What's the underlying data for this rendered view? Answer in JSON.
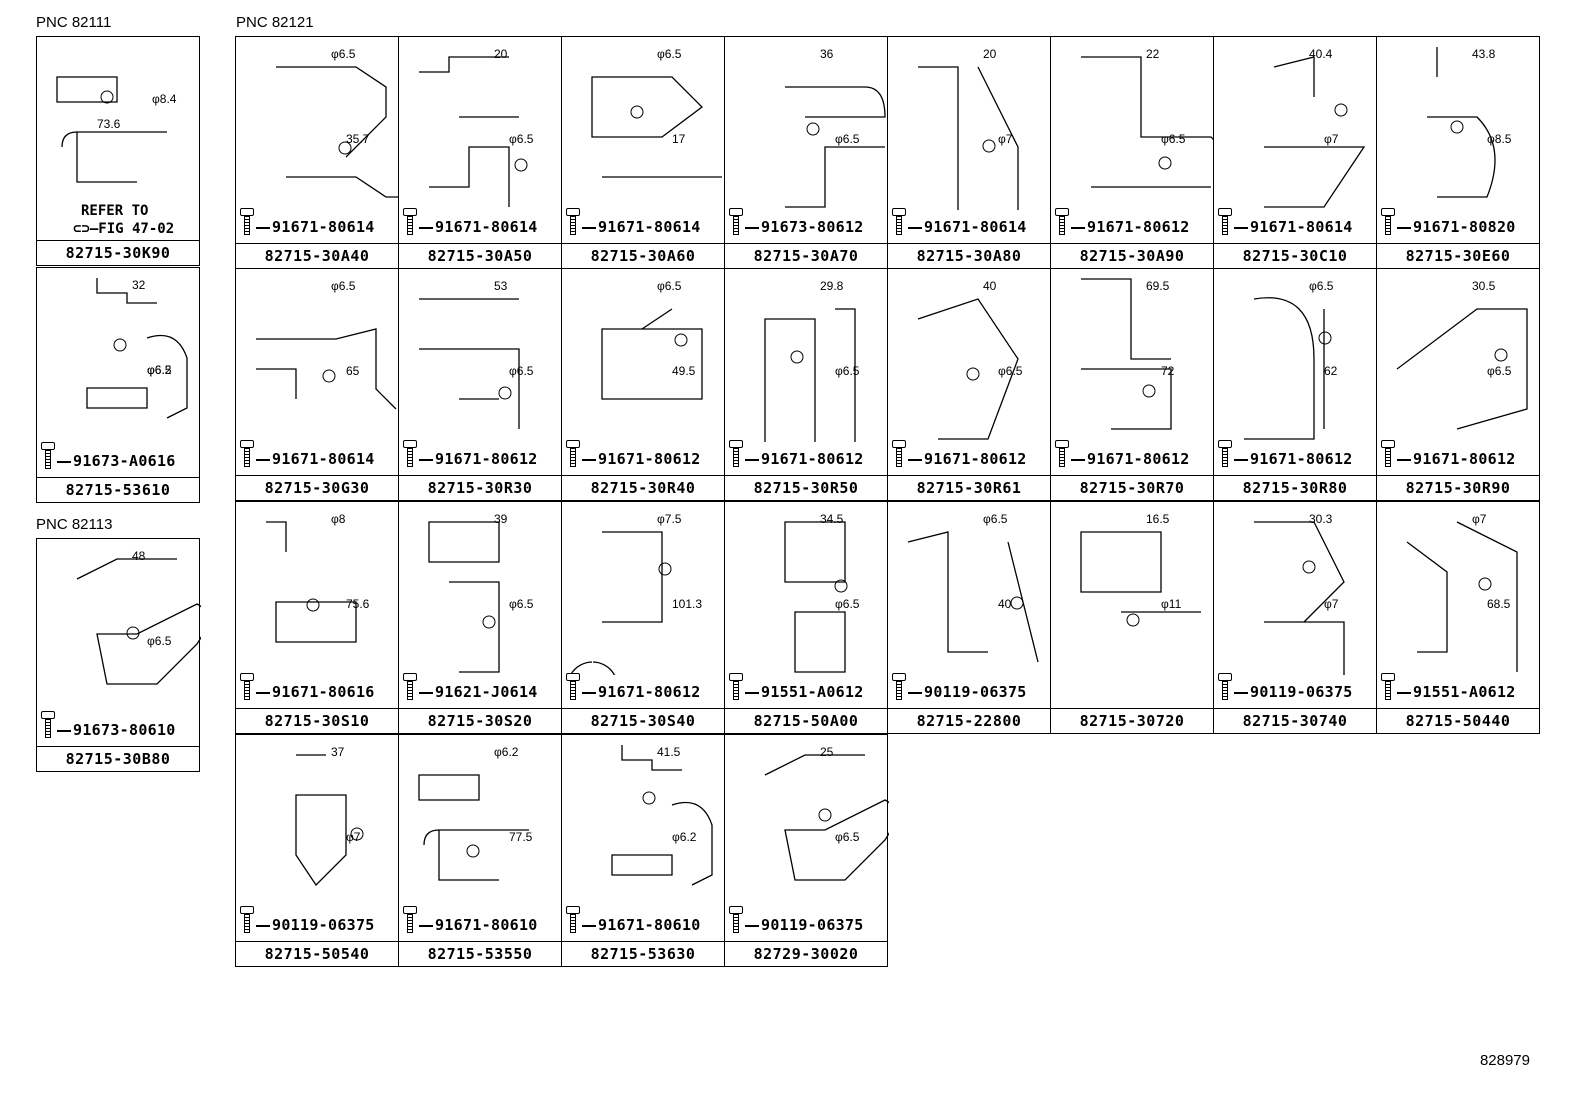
{
  "pnc_labels": [
    "PNC 82111",
    "PNC 82121",
    "PNC 82113"
  ],
  "left": [
    {
      "bolt": "",
      "part": "82715-30K90",
      "dims": [
        "φ8.4",
        "73.6"
      ],
      "refer1": "REFER TO",
      "refer2": "FIG 47-02"
    },
    {
      "bolt": "91673-A0616",
      "part": "82715-53610",
      "dims": [
        "32",
        "φ6.5",
        "φ6.2"
      ]
    },
    {
      "bolt": "91673-80610",
      "part": "82715-30B80",
      "dims": [
        "48",
        "φ6.5"
      ]
    }
  ],
  "grid": [
    {
      "bolt": "91671-80614",
      "part": "82715-30A40",
      "dims": [
        "φ6.5",
        "35.7"
      ]
    },
    {
      "bolt": "91671-80614",
      "part": "82715-30A50",
      "dims": [
        "20",
        "φ6.5"
      ]
    },
    {
      "bolt": "91671-80614",
      "part": "82715-30A60",
      "dims": [
        "φ6.5",
        "17"
      ]
    },
    {
      "bolt": "91673-80612",
      "part": "82715-30A70",
      "dims": [
        "36",
        "φ6.5"
      ]
    },
    {
      "bolt": "91671-80614",
      "part": "82715-30A80",
      "dims": [
        "20",
        "φ7"
      ]
    },
    {
      "bolt": "91671-80612",
      "part": "82715-30A90",
      "dims": [
        "22",
        "φ6.5"
      ]
    },
    {
      "bolt": "91671-80614",
      "part": "82715-30C10",
      "dims": [
        "40.4",
        "φ7"
      ]
    },
    {
      "bolt": "91671-80820",
      "part": "82715-30E60",
      "dims": [
        "43.8",
        "φ8.5"
      ]
    },
    {
      "bolt": "91671-80614",
      "part": "82715-30G30",
      "dims": [
        "φ6.5",
        "65"
      ]
    },
    {
      "bolt": "91671-80612",
      "part": "82715-30R30",
      "dims": [
        "53",
        "φ6.5"
      ]
    },
    {
      "bolt": "91671-80612",
      "part": "82715-30R40",
      "dims": [
        "φ6.5",
        "49.5"
      ]
    },
    {
      "bolt": "91671-80612",
      "part": "82715-30R50",
      "dims": [
        "29.8",
        "φ6.5"
      ]
    },
    {
      "bolt": "91671-80612",
      "part": "82715-30R61",
      "dims": [
        "40",
        "φ6.5"
      ]
    },
    {
      "bolt": "91671-80612",
      "part": "82715-30R70",
      "dims": [
        "69.5",
        "72"
      ]
    },
    {
      "bolt": "91671-80612",
      "part": "82715-30R80",
      "dims": [
        "φ6.5",
        "62"
      ]
    },
    {
      "bolt": "91671-80612",
      "part": "82715-30R90",
      "dims": [
        "30.5",
        "φ6.5"
      ]
    },
    {
      "bolt": "91671-80616",
      "part": "82715-30S10",
      "dims": [
        "φ8",
        "75.6"
      ]
    },
    {
      "bolt": "91621-J0614",
      "part": "82715-30S20",
      "dims": [
        "39",
        "φ6.5"
      ]
    },
    {
      "bolt": "91671-80612",
      "part": "82715-30S40",
      "dims": [
        "φ7.5",
        "101.3"
      ]
    },
    {
      "bolt": "91551-A0612",
      "part": "82715-50A00",
      "dims": [
        "34.5",
        "φ6.5"
      ]
    },
    {
      "bolt": "90119-06375",
      "part": "82715-22800",
      "dims": [
        "φ6.5",
        "40"
      ]
    },
    {
      "bolt": "",
      "part": "82715-30720",
      "dims": [
        "16.5",
        "φ11"
      ]
    },
    {
      "bolt": "90119-06375",
      "part": "82715-30740",
      "dims": [
        "30.3",
        "φ7"
      ]
    },
    {
      "bolt": "91551-A0612",
      "part": "82715-50440",
      "dims": [
        "φ7",
        "68.5"
      ]
    },
    {
      "bolt": "90119-06375",
      "part": "82715-50540",
      "dims": [
        "37",
        "φ7"
      ]
    },
    {
      "bolt": "91671-80610",
      "part": "82715-53550",
      "dims": [
        "φ6.2",
        "77.5"
      ]
    },
    {
      "bolt": "91671-80610",
      "part": "82715-53630",
      "dims": [
        "41.5",
        "φ6.2"
      ]
    },
    {
      "bolt": "90119-06375",
      "part": "82729-30020",
      "dims": [
        "25",
        "φ6.5"
      ]
    }
  ],
  "diagram_number": "828979"
}
